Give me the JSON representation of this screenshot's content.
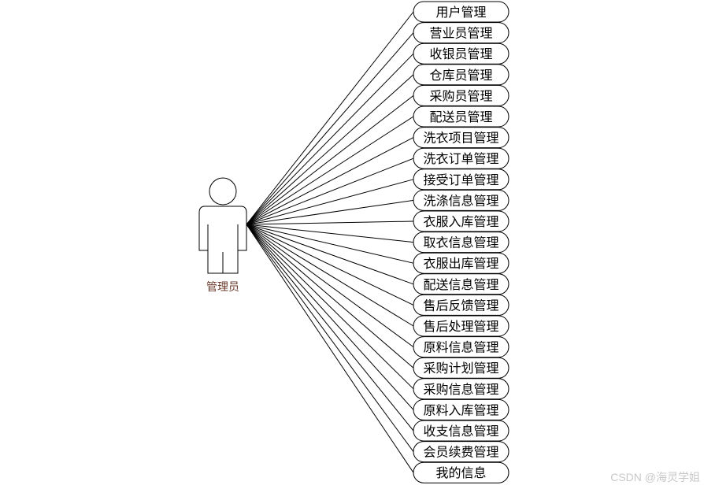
{
  "actor": {
    "label": "管理员"
  },
  "use_cases": [
    "用户管理",
    "营业员管理",
    "收银员管理",
    "仓库员管理",
    "采购员管理",
    "配送员管理",
    "洗衣项目管理",
    "洗衣订单管理",
    "接受订单管理",
    "洗涤信息管理",
    "衣服入库管理",
    "取衣信息管理",
    "衣服出库管理",
    "配送信息管理",
    "售后反馈管理",
    "售后处理管理",
    "原料信息管理",
    "采购计划管理",
    "采购信息管理",
    "原料入库管理",
    "收支信息管理",
    "会员续费管理",
    "我的信息"
  ],
  "watermark": "CSDN @海灵学姐"
}
